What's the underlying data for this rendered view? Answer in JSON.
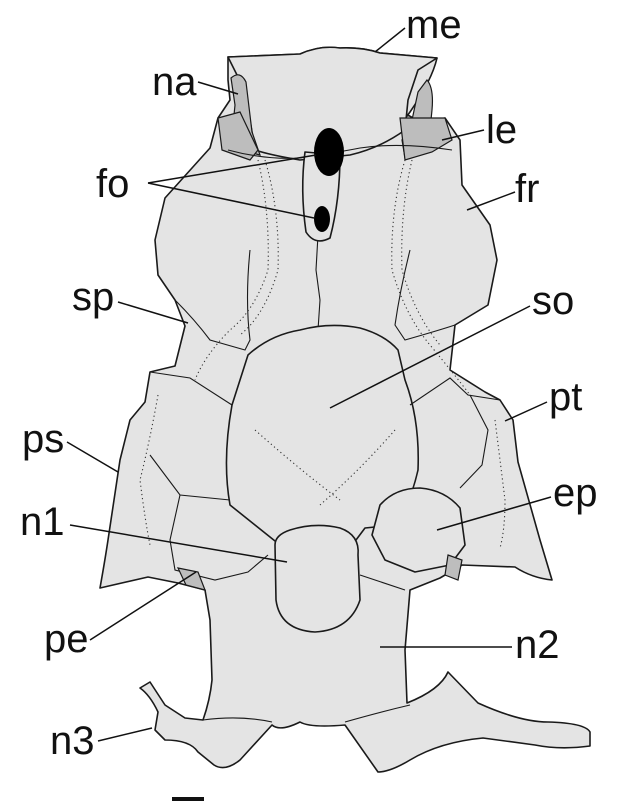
{
  "labels": {
    "me": "me",
    "na": "na",
    "le": "le",
    "fo": "fo",
    "fr": "fr",
    "sp": "sp",
    "so": "so",
    "pt": "pt",
    "ps": "ps",
    "ep": "ep",
    "n1": "n1",
    "pe": "pe",
    "n2": "n2",
    "n3": "n3"
  },
  "colors": {
    "bone_fill": "#e4e4e4",
    "outline": "#1a1a1a",
    "foramen": "#000000"
  },
  "scale_bar": "scale-bar-icon"
}
